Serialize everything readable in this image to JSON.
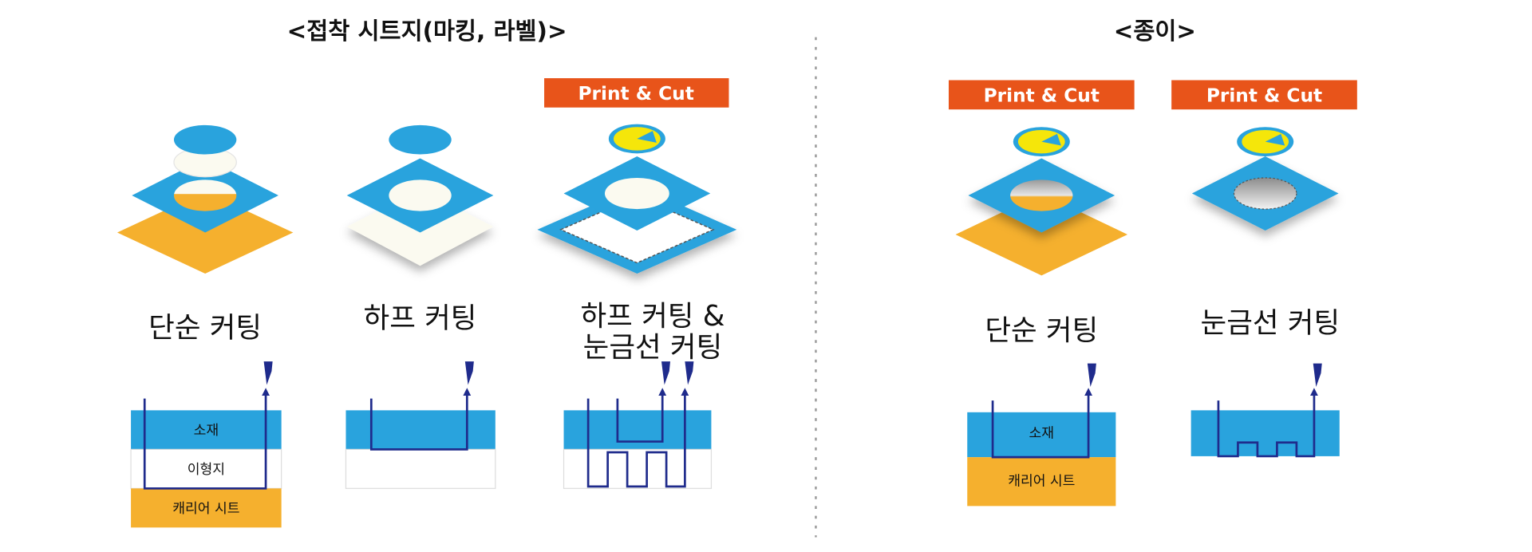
{
  "sections": {
    "adhesive": {
      "title": "<접착 시트지(마킹, 라벨)>"
    },
    "paper": {
      "title": "<종이>"
    }
  },
  "print_cut_label": "Print & Cut",
  "columns": [
    {
      "label": "단순 커팅"
    },
    {
      "label": "하프 커팅"
    },
    {
      "label_line1": "하프 커팅 &",
      "label_line2": "눈금선 커팅"
    },
    {
      "label": "단순 커팅"
    },
    {
      "label": "눈금선 커팅"
    }
  ],
  "layers": {
    "material": "소재",
    "liner": "이형지",
    "carrier": "캐리어 시트"
  },
  "colors": {
    "material": "#29a3dd",
    "carrier": "#f5b02e",
    "print_cut": "#e8541a",
    "cut_line": "#1f2b8c"
  }
}
